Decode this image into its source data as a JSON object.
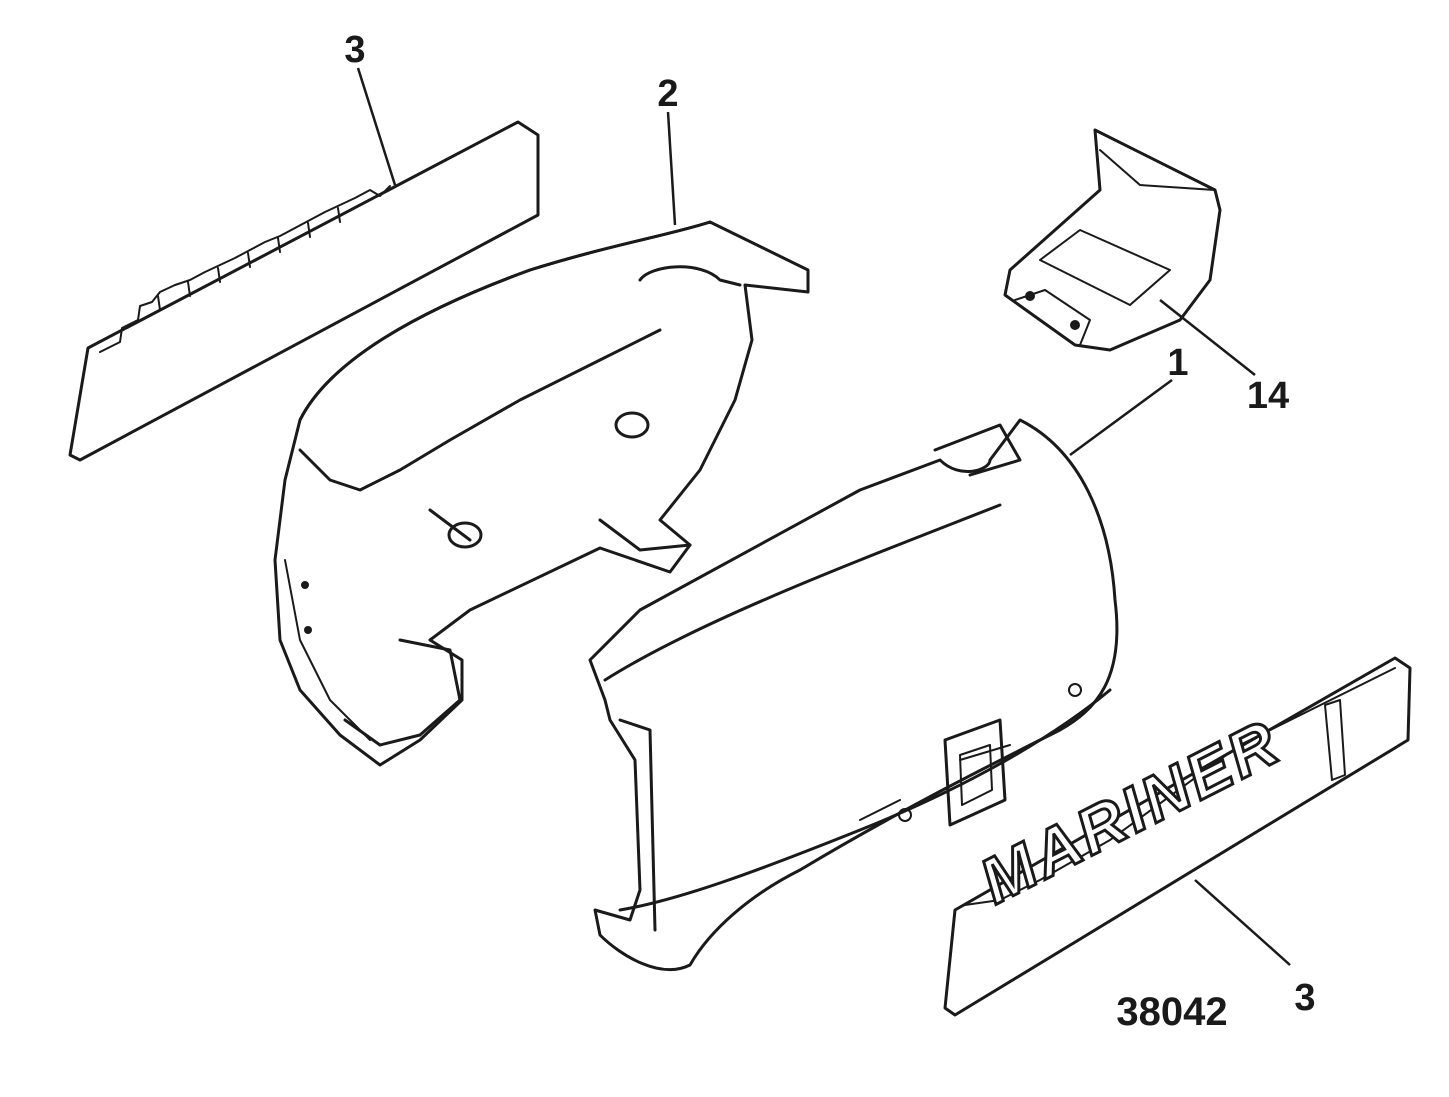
{
  "figure_number": "38042",
  "callouts": {
    "decal_top": "3",
    "cowl_starboard": "2",
    "cowl_port": "1",
    "bracket": "14",
    "decal_bottom": "3"
  },
  "decal_logo_text": "MARINER"
}
